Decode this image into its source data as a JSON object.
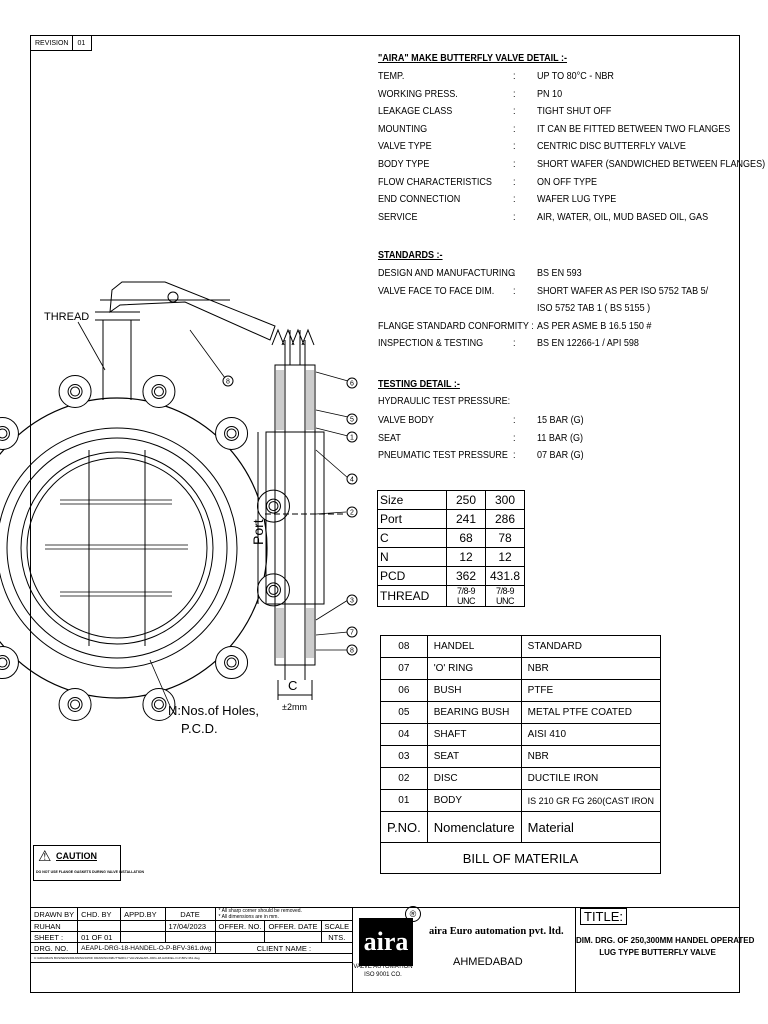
{
  "revision": {
    "label": "REVISION",
    "value": "01"
  },
  "valve_detail": {
    "heading": "\"AIRA\" MAKE BUTTERFLY VALVE DETAIL :-",
    "rows": [
      {
        "k": "TEMP.",
        "v": "UP TO 80°C  - NBR"
      },
      {
        "k": "WORKING PRESS.",
        "v": "PN 10"
      },
      {
        "k": "LEAKAGE CLASS",
        "v": "TIGHT SHUT OFF"
      },
      {
        "k": "MOUNTING",
        "v": "IT CAN BE FITTED BETWEEN TWO FLANGES"
      },
      {
        "k": "VALVE TYPE",
        "v": "CENTRIC DISC BUTTERFLY VALVE"
      },
      {
        "k": "BODY TYPE",
        "v": "SHORT WAFER (SANDWICHED BETWEEN FLANGES)"
      },
      {
        "k": "FLOW CHARACTERISTICS",
        "v": "ON OFF TYPE"
      },
      {
        "k": "END CONNECTION",
        "v": "WAFER LUG TYPE"
      },
      {
        "k": "SERVICE",
        "v": "AIR, WATER, OIL, MUD BASED OIL, GAS"
      }
    ]
  },
  "standards": {
    "heading": "STANDARDS :-",
    "rows": [
      {
        "k": "DESIGN AND MANUFACTURING",
        "v": "BS EN 593"
      },
      {
        "k": "VALVE FACE TO FACE DIM.",
        "v": "SHORT WAFER AS PER ISO 5752 TAB 5/"
      },
      {
        "k": "",
        "v": "ISO 5752 TAB 1 ( BS 5155 )"
      },
      {
        "k": "FLANGE STANDARD CONFORMITY :",
        "v": "AS PER ASME B 16.5 150 #"
      },
      {
        "k": "INSPECTION & TESTING",
        "v": "BS EN 12266-1 / API 598"
      }
    ]
  },
  "testing": {
    "heading": "TESTING DETAIL :-",
    "sub": "HYDRAULIC TEST PRESSURE:",
    "rows": [
      {
        "k": "VALVE BODY",
        "v": "15 BAR (G)"
      },
      {
        "k": "SEAT",
        "v": "11 BAR (G)"
      },
      {
        "k": "PNEUMATIC TEST PRESSURE",
        "v": "07 BAR (G)"
      }
    ]
  },
  "colon": ":",
  "dimensions": {
    "rows": [
      [
        "Size",
        "250",
        "300"
      ],
      [
        "Port",
        "241",
        "286"
      ],
      [
        "C",
        "68",
        "78"
      ],
      [
        "N",
        "12",
        "12"
      ],
      [
        "PCD",
        "362",
        "431.8"
      ],
      [
        "THREAD",
        "7/8-9 UNC",
        "7/8-9 UNC"
      ]
    ]
  },
  "bom": {
    "rows": [
      [
        "08",
        "HANDEL",
        "STANDARD"
      ],
      [
        "07",
        "'O' RING",
        "NBR"
      ],
      [
        "06",
        "BUSH",
        "PTFE"
      ],
      [
        "05",
        "BEARING BUSH",
        "METAL PTFE COATED"
      ],
      [
        "04",
        "SHAFT",
        "AISI 410"
      ],
      [
        "03",
        "SEAT",
        "NBR"
      ],
      [
        "02",
        "DISC",
        "DUCTILE IRON"
      ],
      [
        "01",
        "BODY",
        "IS 210 GR FG 260(CAST IRON"
      ]
    ],
    "header": [
      "P.NO.",
      "Nomenclature",
      "Material"
    ],
    "footer": "BILL OF MATERILA"
  },
  "drawing": {
    "thread": "THREAD",
    "holes_line1": "N:Nos.of Holes,",
    "holes_line2": "P.C.D.",
    "port": "Port",
    "c": "C",
    "tol": "±2mm",
    "balloons": [
      "8",
      "6",
      "5",
      "1",
      "4",
      "2",
      "3",
      "7",
      "8"
    ]
  },
  "caution": {
    "label": "CAUTION",
    "note": "DO NOT USE FLANGE GASKETS DURING VALVE INSTALLATION"
  },
  "title_block": {
    "drawn_by": "DRAWN BY",
    "chd_by": "CHD. BY",
    "appd_by": "APPD.BY",
    "date": "DATE",
    "notes1": "* All sharp corner should be removed.",
    "notes2": "* All dimensions are in mm.",
    "drawn_name": "RUHAN",
    "date_value": "17/04/2023",
    "offer_no": "OFFER. NO.",
    "offer_date": "OFFER. DATE",
    "scale": "SCALE",
    "sheet": "SHEET :",
    "sheet_value": "01 OF 01",
    "scale_value": "NTS.",
    "drg_no": "DRG. NO.",
    "drg_value": "AEAPL-DRG-18-HANDEL-O-P-BFV-361.dwg",
    "client": "CLIENT NAME :",
    "path": "C:\\AIRA\\MAIN BUSINESS\\DRAWINGS\\PDF DRAWINGS\\BUTTERFLY VALVE\\AEAPL-DRG-18-HANDEL-O-P-BFV-361.dwg",
    "logo": "aira",
    "logo_reg": "®",
    "company": "aira Euro automation pvt. ltd.",
    "city": "AHMEDABAD",
    "logo_sub1": "VALVE AUTOMATION",
    "logo_sub2": "ISO 9001 CO.",
    "title_label": "TITLE:",
    "title_line1": "DIM. DRG. OF 250,300MM HANDEL OPERATED",
    "title_line2": "LUG TYPE BUTTERFLY VALVE"
  }
}
